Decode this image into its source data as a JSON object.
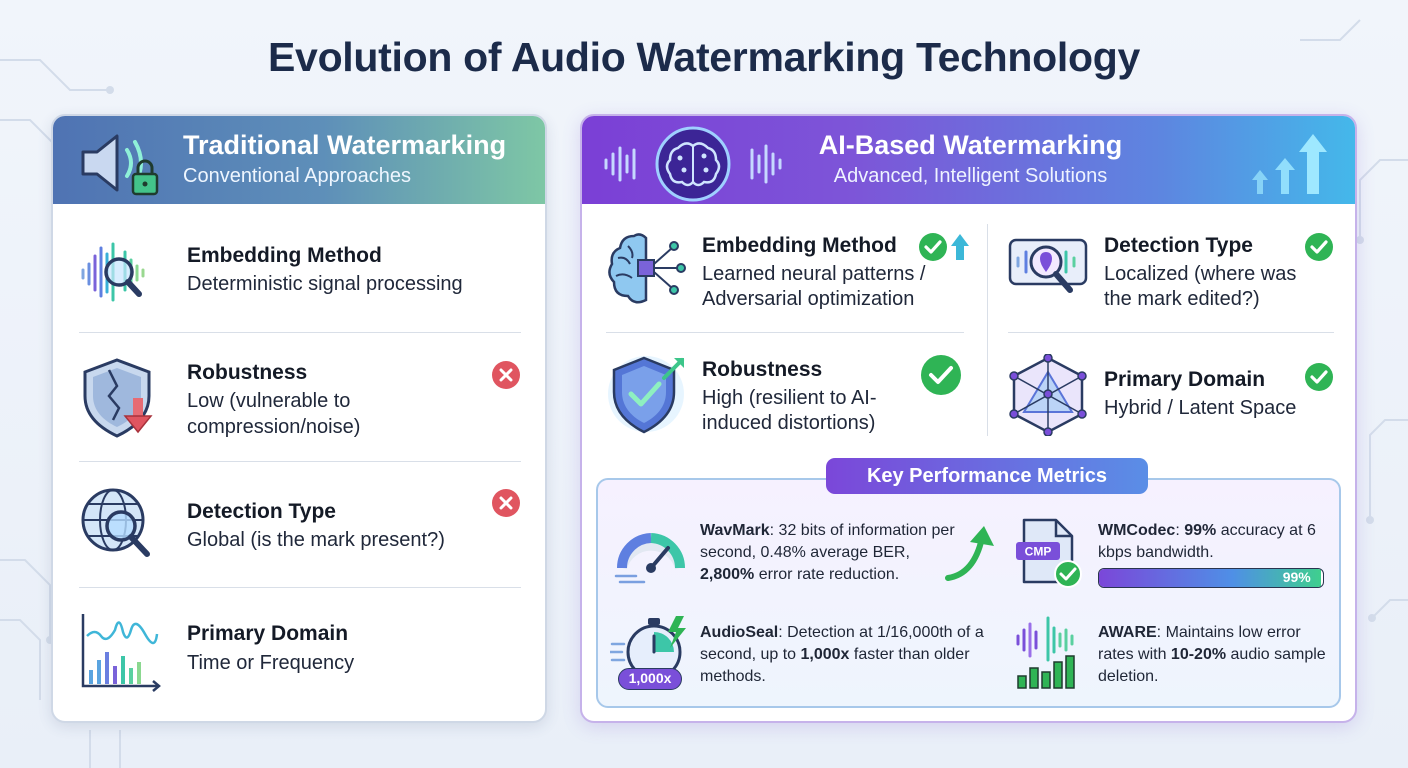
{
  "title": "Evolution of Audio Watermarking Technology",
  "traditional": {
    "title": "Traditional Watermarking",
    "subtitle": "Conventional Approaches",
    "items": [
      {
        "title": "Embedding Method",
        "desc": "Deterministic signal processing",
        "status": ""
      },
      {
        "title": "Robustness",
        "desc": "Low (vulnerable to compression/noise)",
        "status": "negative"
      },
      {
        "title": "Detection Type",
        "desc": "Global (is the mark present?)",
        "status": "negative"
      },
      {
        "title": "Primary Domain",
        "desc": "Time or Frequency",
        "status": ""
      }
    ]
  },
  "ai": {
    "title": "AI-Based Watermarking",
    "subtitle": "Advanced, Intelligent Solutions",
    "items": [
      {
        "title": "Embedding Method",
        "desc": "Learned neural patterns / Adversarial optimization",
        "status": "positive"
      },
      {
        "title": "Detection Type",
        "desc": "Localized (where was the mark edited?)",
        "status": "positive"
      },
      {
        "title": "Robustness",
        "desc": "High (resilient to AI-induced distortions)",
        "status": "positive"
      },
      {
        "title": "Primary Domain",
        "desc": "Hybrid / Latent Space",
        "status": "positive"
      }
    ],
    "metrics": {
      "title": "Key Performance Metrics",
      "wavmark": {
        "name": "WavMark",
        "text1": ": 32 bits of information per second, 0.48% average BER, ",
        "highlight": "2,800%",
        "text2": " error rate reduction."
      },
      "wmcodec": {
        "name": "WMCodec",
        "text1": ": ",
        "highlight": "99%",
        "text2": " accuracy at 6 kbps bandwidth.",
        "badge": "CMP",
        "progress_label": "99%",
        "progress": 0.99
      },
      "audioseal": {
        "name": "AudioSeal",
        "text1": ": Detection at 1/16,000th of a second, up to ",
        "highlight": "1,000x",
        "text2": " faster than older methods.",
        "badge": "1,000x"
      },
      "aware": {
        "name": "AWARE",
        "text1": ": Maintains low error rates with ",
        "highlight": "10-20%",
        "text2": " audio sample deletion."
      }
    }
  },
  "colors": {
    "title": "#1c2b4a",
    "positive": "#2fb455",
    "negative": "#e0505a",
    "ai_accent": "#7b47d9",
    "traditional_accent": "#4f73b3"
  }
}
